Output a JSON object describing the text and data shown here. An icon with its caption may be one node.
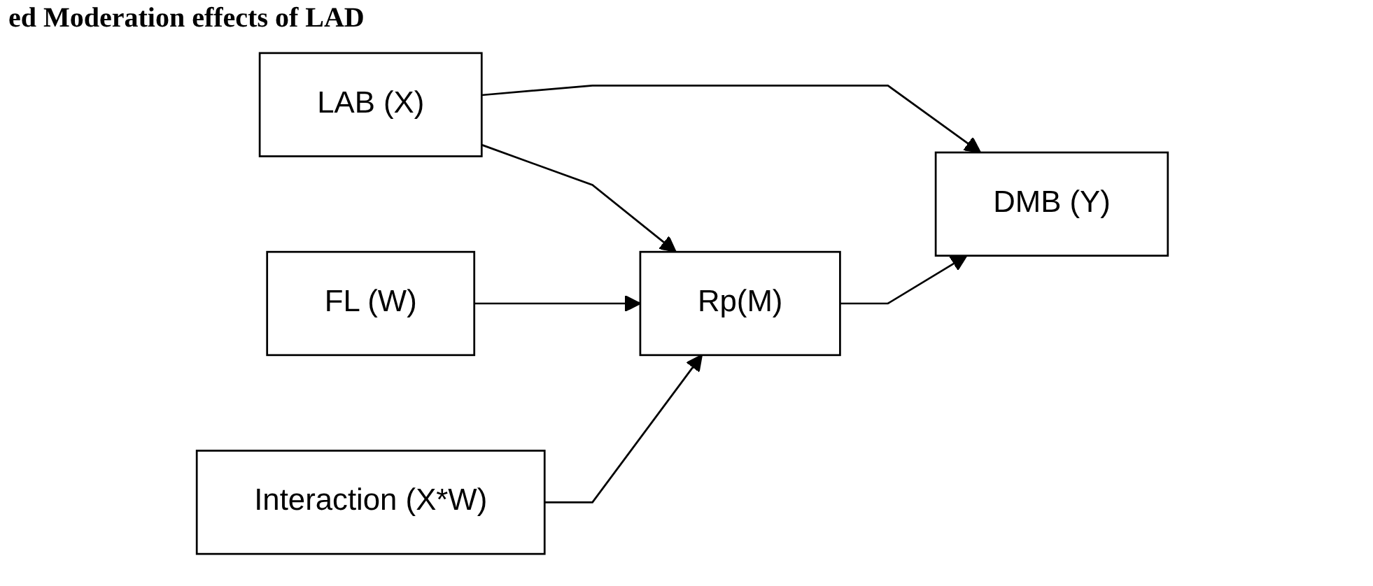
{
  "diagram": {
    "title": "ed Moderation effects of LAD",
    "nodes": [
      {
        "text": [
          "Rp(M)"
        ]
      },
      {
        "text": [
          "LAB (X)"
        ]
      },
      {
        "text": [
          "DMB (Y)"
        ]
      },
      {
        "text": [
          "FL (W)"
        ]
      },
      {
        "text": [
          "Interaction (X*W)"
        ]
      }
    ],
    "edges": [
      {
        "from": 1,
        "to": 0,
        "arrow": "to"
      },
      {
        "from": 1,
        "to": 2,
        "arrow": "to"
      },
      {
        "from": 3,
        "to": 0,
        "arrow": "to"
      },
      {
        "from": 4,
        "to": 0,
        "arrow": "to"
      },
      {
        "from": 0,
        "to": 2,
        "arrow": "to"
      }
    ]
  }
}
